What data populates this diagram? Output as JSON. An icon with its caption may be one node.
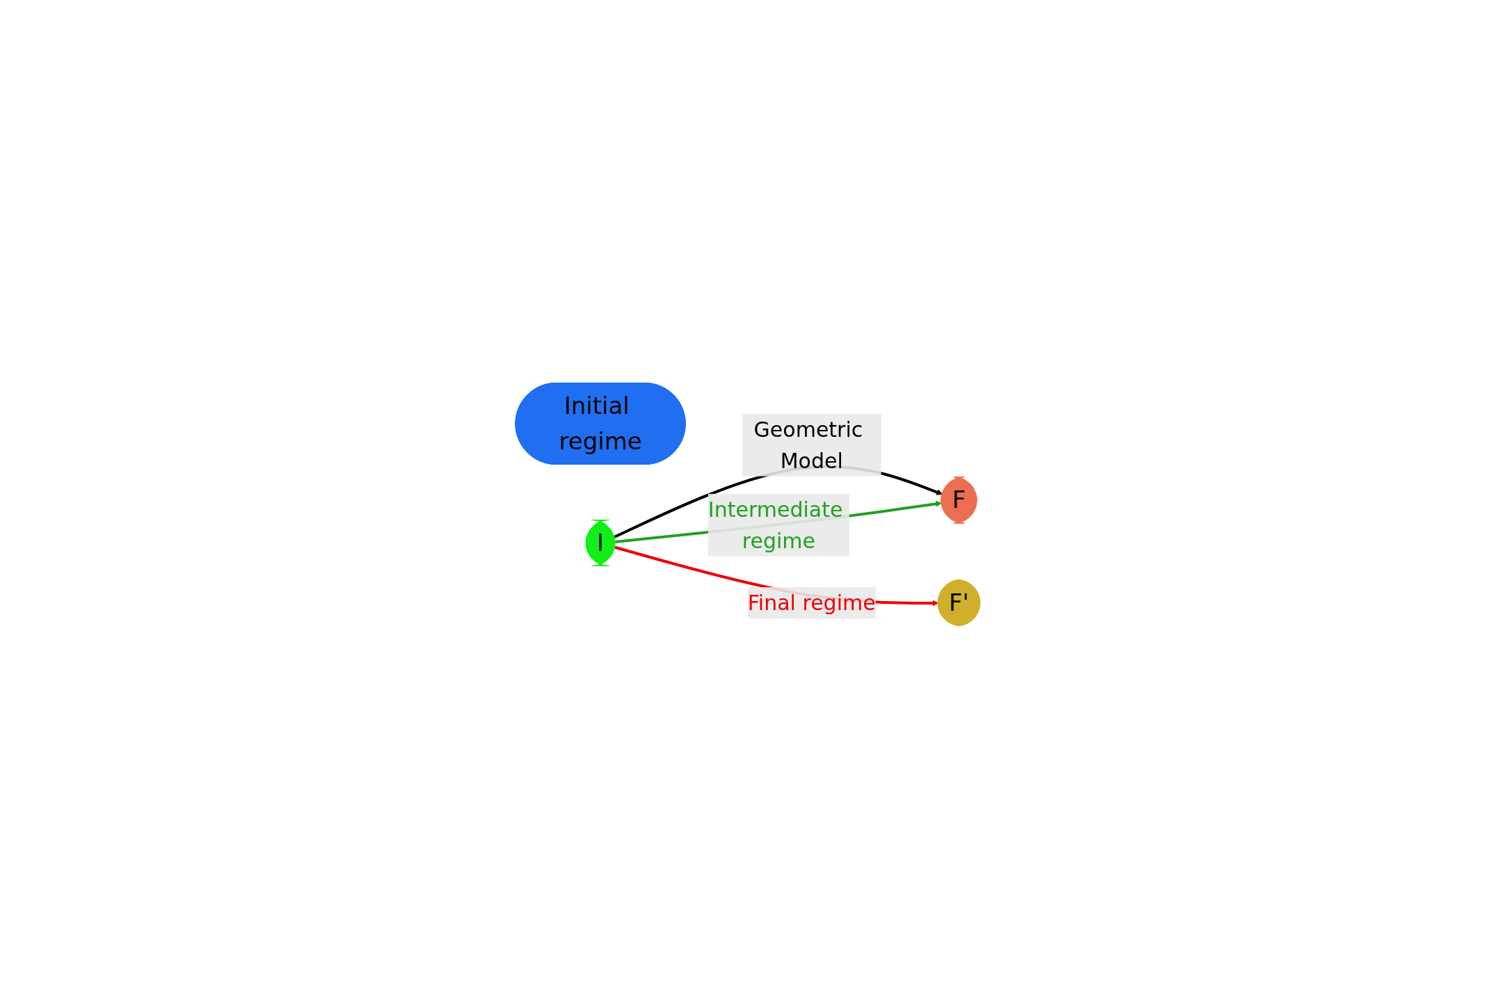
{
  "diagram": {
    "nodes": [
      {
        "text": [
          "Initial regime"
        ]
      },
      {
        "text": [
          "F"
        ]
      },
      {
        "text": [
          "F'"
        ]
      },
      {
        "text": [
          "I"
        ]
      }
    ],
    "edges": [
      {
        "from": 3,
        "to": 1,
        "arrow": "to",
        "label": "Geometric Model",
        "color": "#000000"
      },
      {
        "from": 3,
        "to": 2,
        "arrow": "to",
        "label": "Final regime",
        "color": "#ee0000"
      },
      {
        "from": 3,
        "to": 1,
        "arrow": "to",
        "label": "Intermediate regime",
        "color": "#22a022"
      }
    ]
  }
}
